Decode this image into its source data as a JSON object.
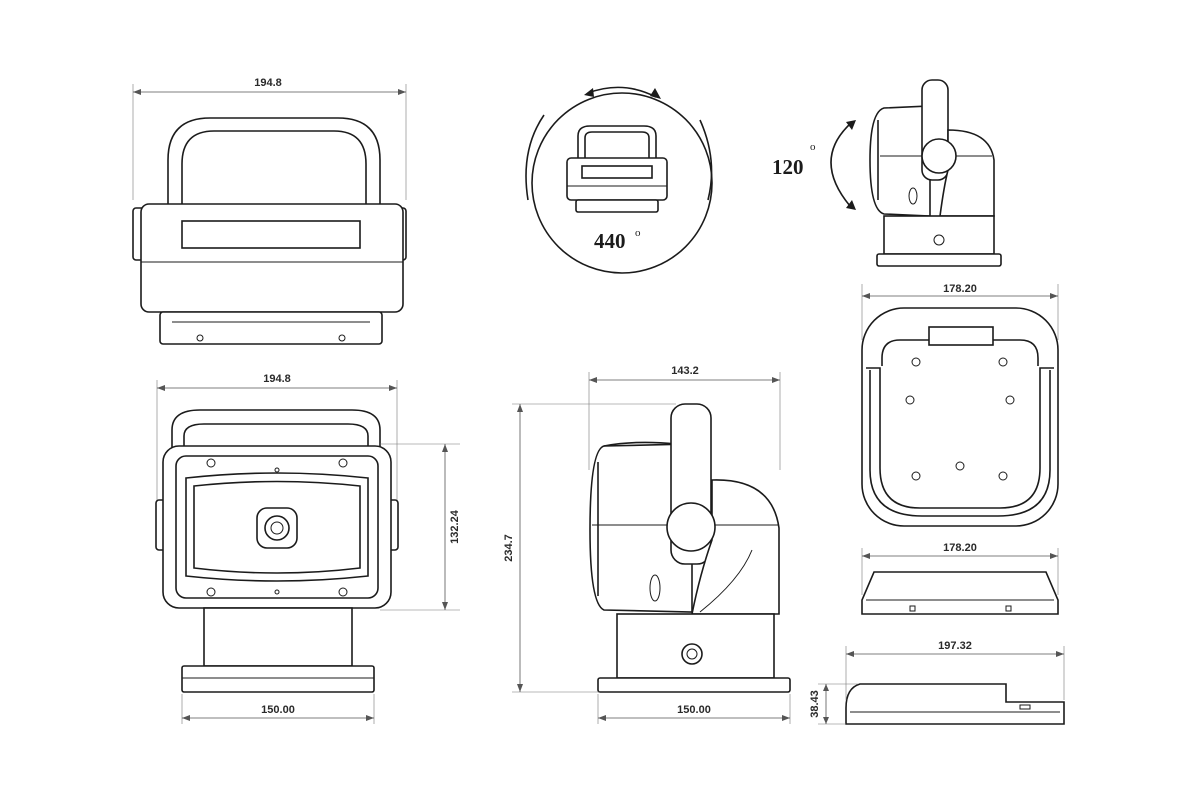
{
  "dimensions": {
    "front_top_width": "194.8",
    "front_bottom_width": "194.8",
    "front_height": "132.24",
    "base_width_front": "150.00",
    "side_depth": "143.2",
    "side_height": "234.7",
    "base_width_side": "150.00",
    "plate_width": "178.20",
    "plate_profile_width": "178.20",
    "base_profile_width": "197.32",
    "base_profile_height": "38.43"
  },
  "rotation": {
    "pan_value": "440",
    "tilt_value": "120",
    "degree_symbol": "o"
  },
  "colors": {
    "line": "#1b1b1b",
    "dimension_line": "#555555",
    "background": "#ffffff"
  }
}
